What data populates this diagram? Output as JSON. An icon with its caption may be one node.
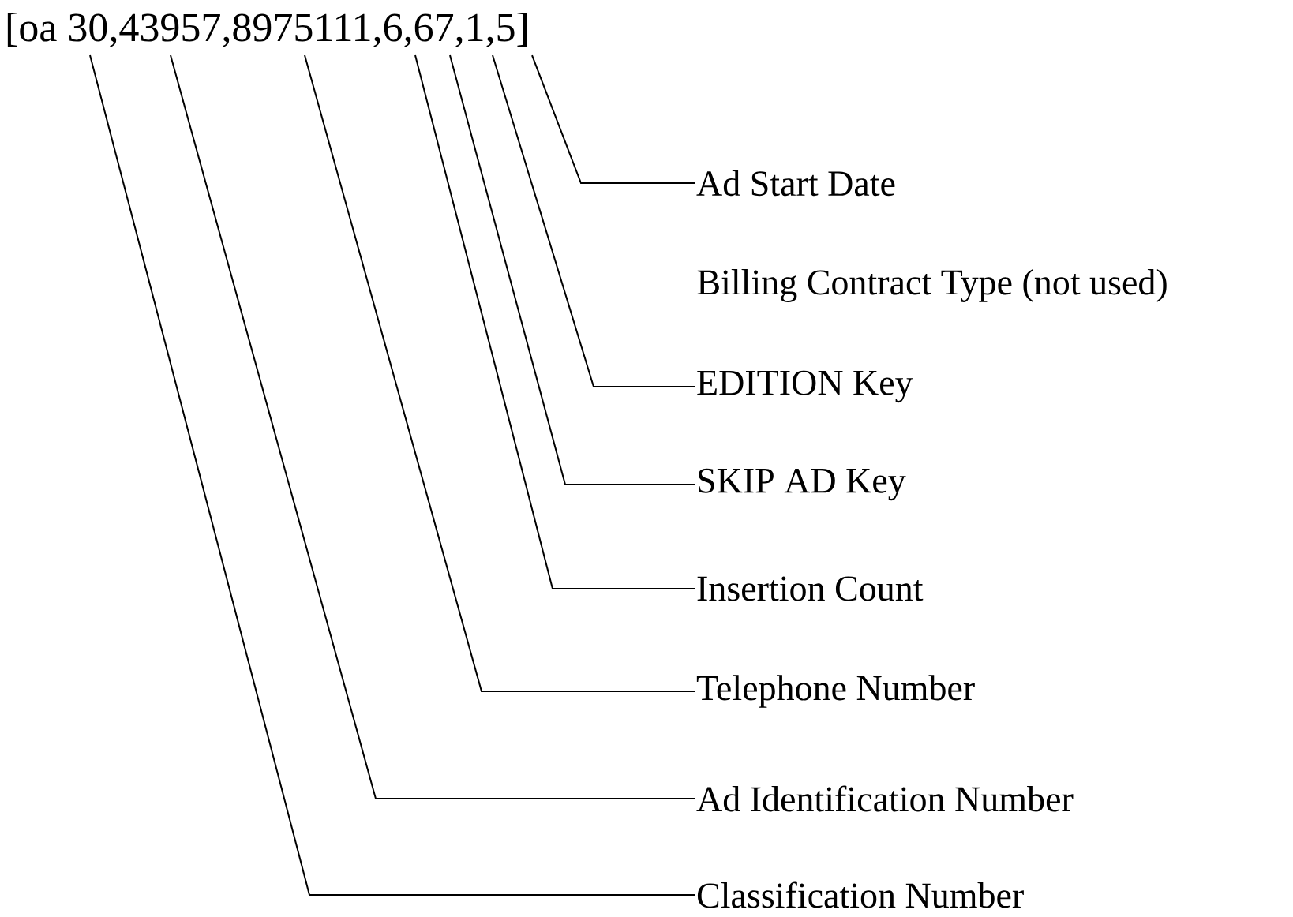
{
  "diagram": {
    "nodes": [
      {
        "text": [
          "[oa 30,43957,8975111,6,67,1,5]"
        ]
      },
      {
        "text": [
          "Ad Start Date"
        ]
      },
      {
        "text": [
          "EDITION Key"
        ]
      },
      {
        "text": [
          "SKIP AD Key"
        ]
      },
      {
        "text": [
          "Insertion Count"
        ]
      },
      {
        "text": [
          "Telephone Number"
        ]
      },
      {
        "text": [
          "Ad Identification Number"
        ]
      },
      {
        "text": [
          "Classification Number"
        ]
      }
    ],
    "edges": [
      {
        "from": 1,
        "to": 0,
        "arrow": "none"
      },
      {
        "from": 2,
        "to": 0,
        "arrow": "none"
      },
      {
        "from": 3,
        "to": 0,
        "arrow": "none"
      },
      {
        "from": 4,
        "to": 0,
        "arrow": "none"
      },
      {
        "from": 5,
        "to": 0,
        "arrow": "none"
      },
      {
        "from": 6,
        "to": 0,
        "arrow": "none"
      },
      {
        "from": 7,
        "to": 0,
        "arrow": "none"
      }
    ],
    "labels": [
      "Billing Contract Type (not used)"
    ]
  }
}
